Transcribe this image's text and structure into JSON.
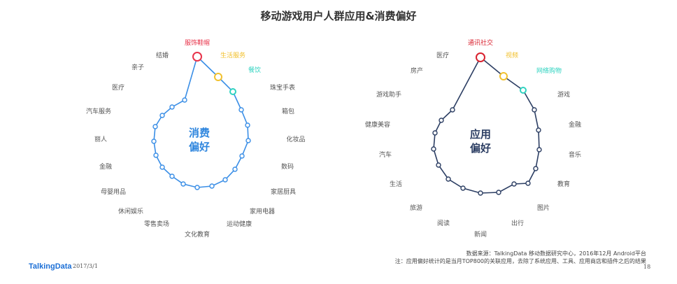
{
  "title": "移动游戏用户人群应用&消费偏好",
  "chart_data": [
    {
      "type": "radial",
      "center_label": [
        "消费",
        "偏好"
      ],
      "colors": {
        "line": "#3a8ee6",
        "center": "#2f86de",
        "highlight": [
          "#e8334a",
          "#f2c12e",
          "#2fd3c0"
        ]
      },
      "ordered_categories": [
        "服饰鞋帽",
        "生活服务",
        "餐饮",
        "珠宝手表",
        "箱包",
        "化妆品",
        "数码",
        "家居厨具",
        "家用电器",
        "运动健康",
        "文化教育",
        "零售卖场",
        "休闲娱乐",
        "母婴用品",
        "金融",
        "丽人",
        "汽车服务",
        "医疗",
        "亲子",
        "结婚"
      ]
    },
    {
      "type": "radial",
      "center_label": [
        "应用",
        "偏好"
      ],
      "colors": {
        "line": "#2c3e63",
        "center": "#2c3e63",
        "highlight": [
          "#d9222f",
          "#f2c12e",
          "#2fd3c0"
        ]
      },
      "ordered_categories": [
        "通讯社交",
        "视频",
        "网络购物",
        "游戏",
        "金融",
        "音乐",
        "教育",
        "图片",
        "出行",
        "新闻",
        "阅读",
        "旅游",
        "生活",
        "汽车",
        "健康美容",
        "游戏助手",
        "房产",
        "医疗"
      ]
    }
  ],
  "source": "数据来源：TalkingData 移动数据研究中心，2016年12月 Android平台",
  "note": "注：应用偏好统计的是当月TOP800的关联应用，去除了系统应用、工具、应用商店和插件之后的结果",
  "footer": {
    "logo": "TalkingData",
    "date": "2017/3/1",
    "page": "18"
  }
}
